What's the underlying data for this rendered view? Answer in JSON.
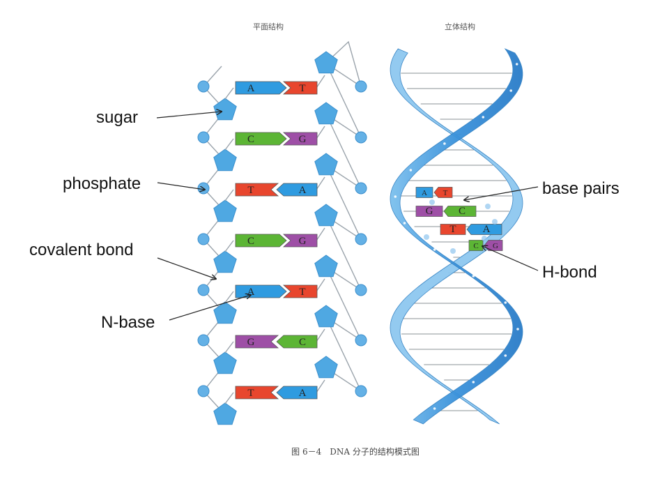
{
  "headers": {
    "planar": "平面结构",
    "spatial": "立体结构"
  },
  "caption": "图 6－4　DNA 分子的结构模式图",
  "labels": {
    "sugar": "sugar",
    "phosphate": "phosphate",
    "covalent_bond": "covalent bond",
    "n_base": "N-base",
    "base_pairs": "base pairs",
    "h_bond": "H-bond"
  },
  "pairs": [
    {
      "left": "A",
      "right": "T"
    },
    {
      "left": "C",
      "right": "G"
    },
    {
      "left": "T",
      "right": "A"
    },
    {
      "left": "C",
      "right": "G"
    },
    {
      "left": "A",
      "right": "T"
    },
    {
      "left": "G",
      "right": "C"
    },
    {
      "left": "T",
      "right": "A"
    }
  ],
  "helix_pairs": [
    {
      "left": "A",
      "right": "T"
    },
    {
      "left": "G",
      "right": "C"
    },
    {
      "left": "T",
      "right": "A"
    },
    {
      "left": "C",
      "right": "G"
    }
  ],
  "colors": {
    "A": "#2f9be0",
    "T": "#e8462e",
    "C": "#5cb535",
    "G": "#9e4fa6",
    "sugar": "#4fa8e2",
    "phosphate": "#64b1e6",
    "helix": "#3d96dc",
    "helix_light": "#8ec8f0"
  }
}
